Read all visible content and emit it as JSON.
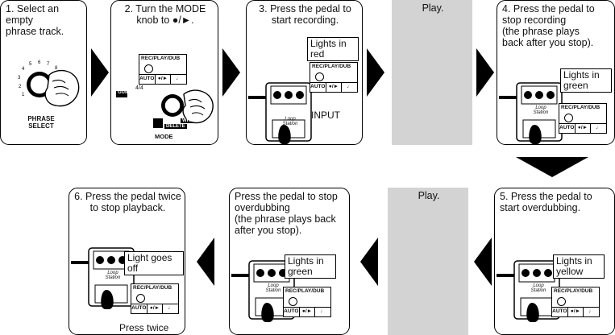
{
  "steps": [
    {
      "text": "1. Select an\nempty\nphrase track.",
      "label": "PHRASE\nSELECT",
      "dial": [
        "1",
        "2",
        "3",
        "4",
        "5",
        "6",
        "7",
        "8"
      ]
    },
    {
      "text": "2. Turn the MODE\nknob to ●/►.",
      "panel": "REC/PLAY/DUB",
      "auto": "AUTO",
      "rec_play": "●/►",
      "note": "♩",
      "guide": "GUIDE",
      "sig": "4/4",
      "write": "WRITE",
      "delete": "DELETE",
      "mode": "MODE"
    },
    {
      "text": "3. Press the pedal to\nstart recording.",
      "callout": "Lights in\nred",
      "input": "INPUT"
    },
    {
      "text": "Play."
    },
    {
      "text": "4. Press the pedal to\nstop recording\n(the phrase plays\nback after you stop).",
      "callout": "Lights in\ngreen"
    },
    {
      "text": "5. Press the pedal to\nstart overdubbing.",
      "callout": "Lights in\nyellow"
    },
    {
      "text": "Play."
    },
    {
      "text": "Press the pedal to stop\noverdubbing\n(the phrase plays back\nafter you stop).",
      "callout": "Lights in\ngreen"
    },
    {
      "text": "6. Press the pedal twice\nto stop playback.",
      "callout": "Light goes\noff",
      "footer": "Press twice"
    }
  ],
  "panel": {
    "title": "REC/PLAY/DUB",
    "auto": "AUTO",
    "rec_play": "●/►",
    "note": "♩"
  },
  "device": {
    "name": "Loop\nStation"
  },
  "colors": {
    "play_box": "#d3d3d3",
    "arrow": "#000000"
  }
}
